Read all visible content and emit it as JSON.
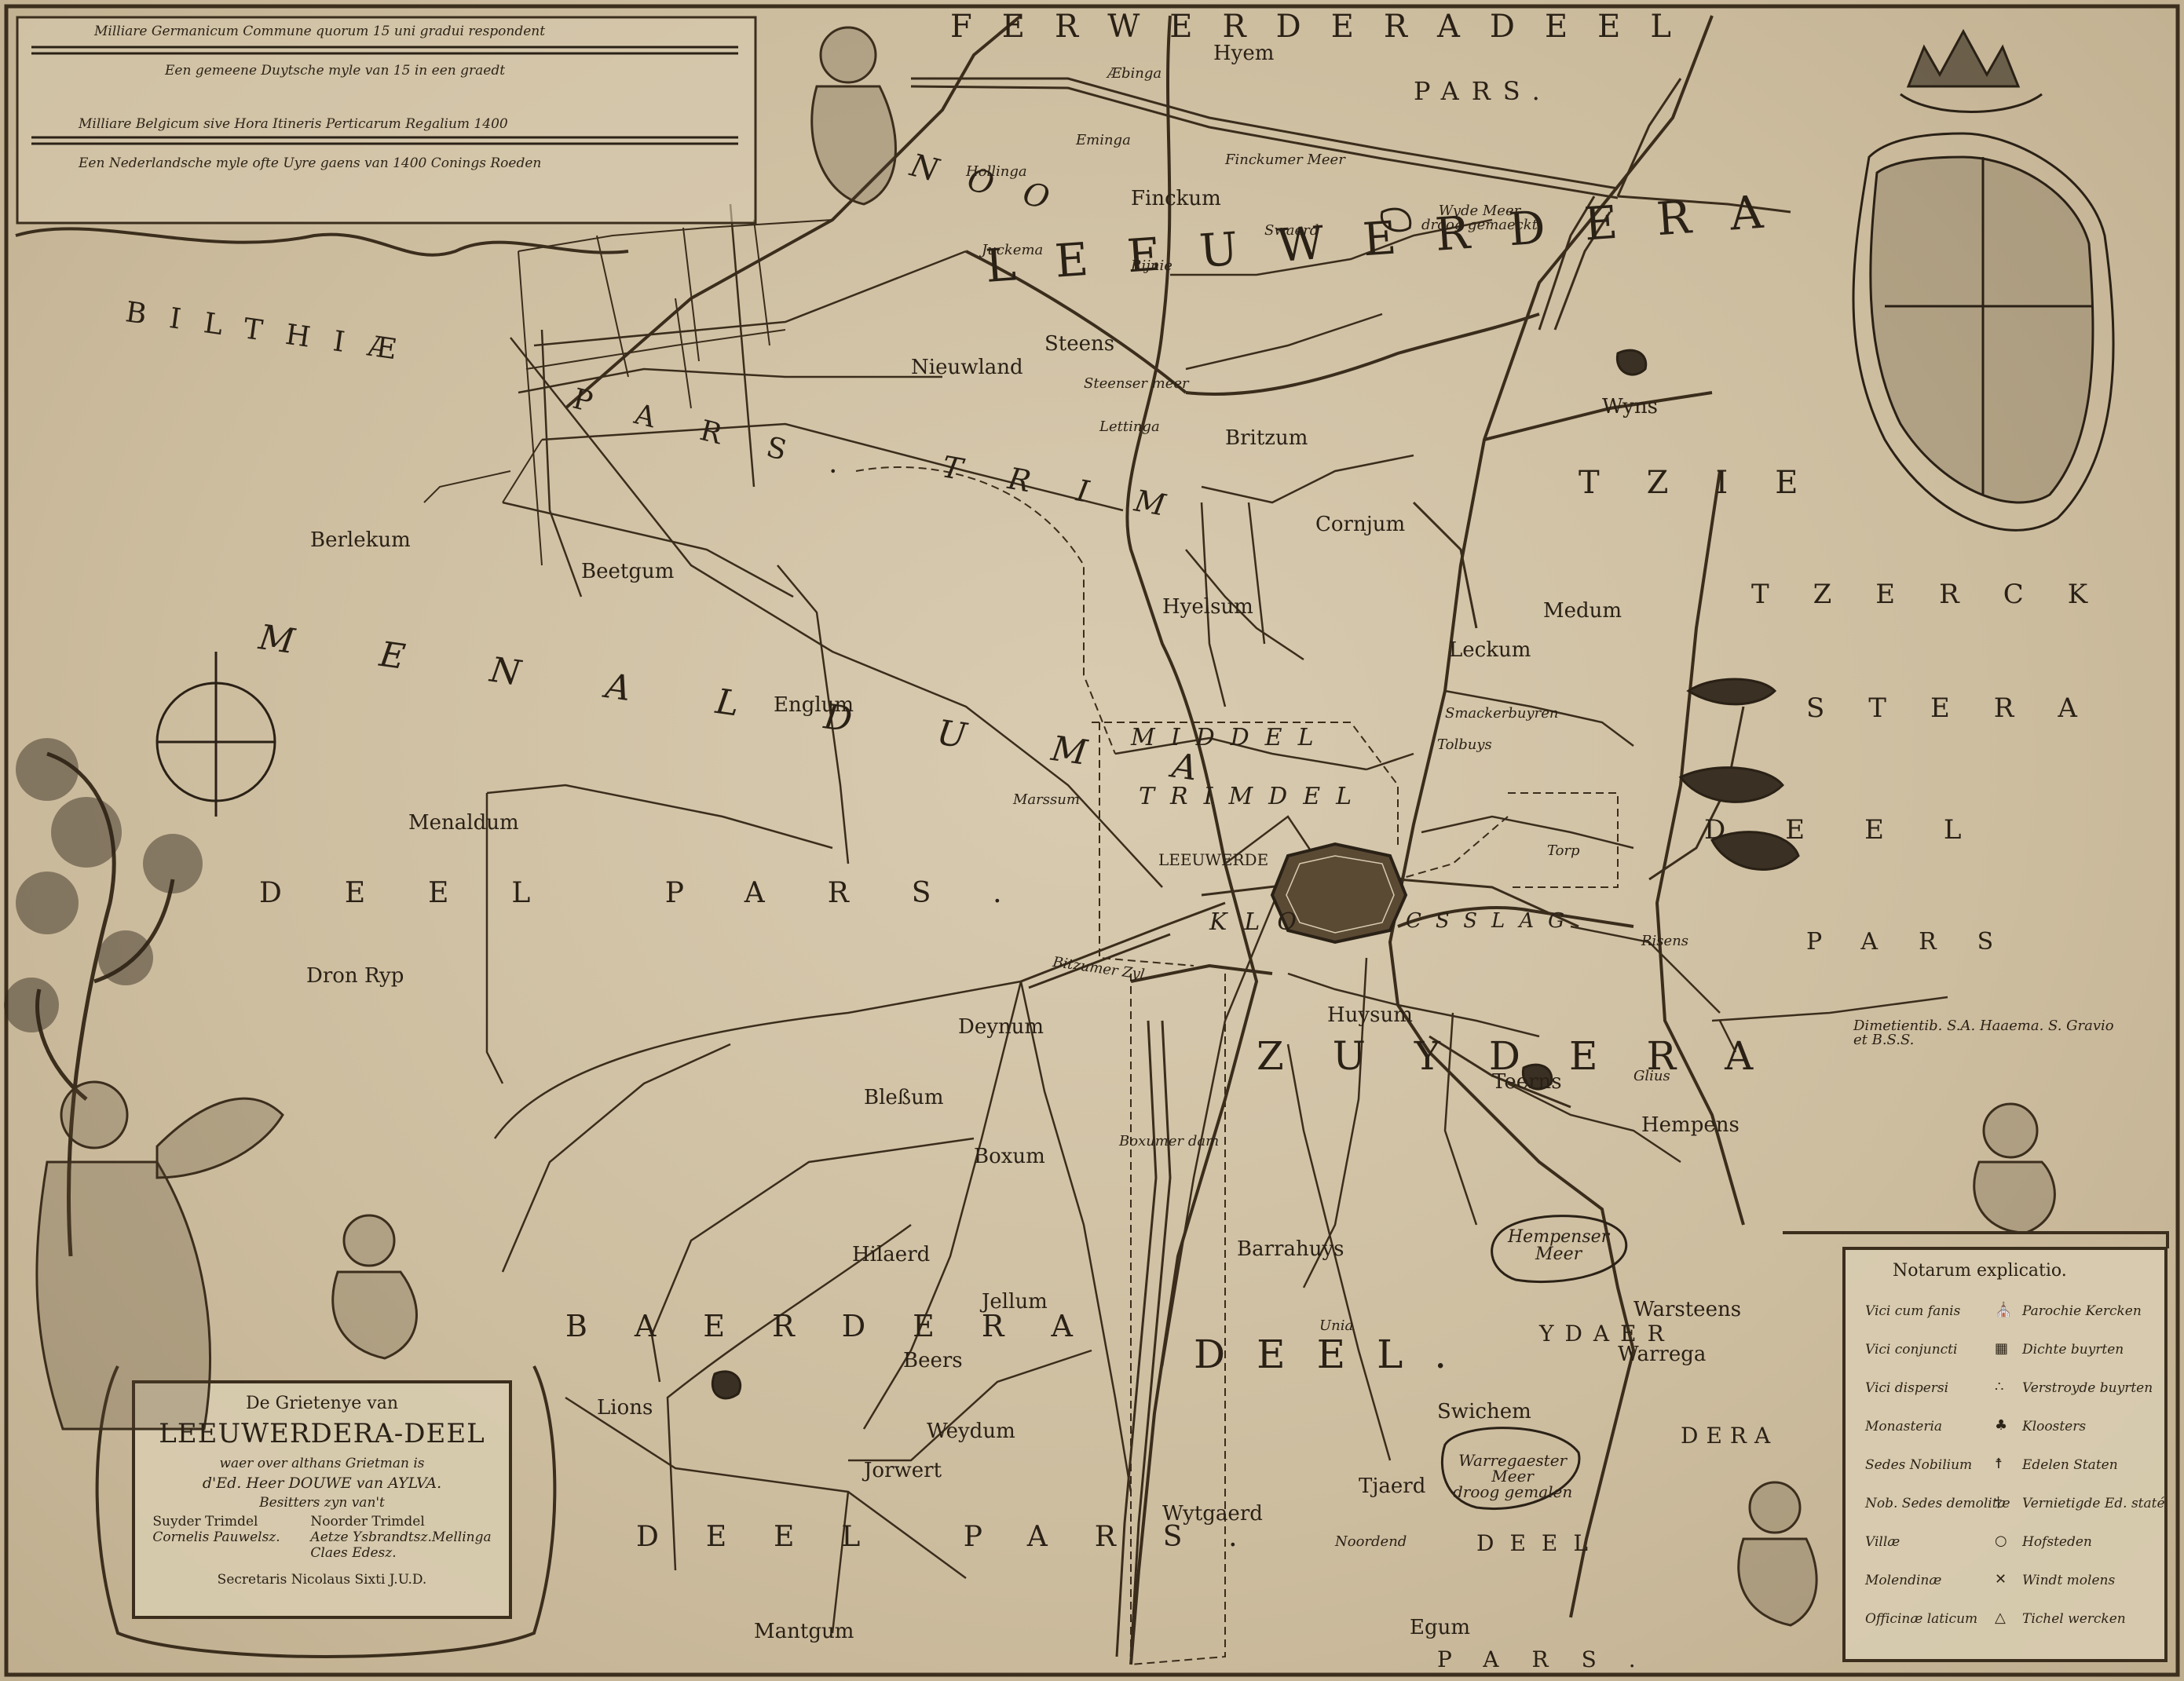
{
  "scale_bar": {
    "line1": "Milliare Germanicum Commune  quorum 15 uni gradui respondent",
    "line2": "Een gemeene Duytsche myle van 15 in een graedt",
    "line3": "Milliare Belgicum sive Hora Itineris Perticarum Regalium 1400",
    "line4": "Een Nederlandsche myle ofte Uyre gaens van 1400 Conings Roeden"
  },
  "regions": {
    "ferwerderadeel": "FERWERDERADEEL",
    "ferwerderadeel_pars": "PARS.",
    "bilthiae": "BILTHIÆ",
    "bilthiae_pars": "PARS.",
    "menaldumadeel": "MENALDUMA",
    "deel_pars_left": "DEEL  PARS.",
    "baerdera": "BAERDERA",
    "deel_pars_bottom": "DEEL PARS.",
    "tzierck": "TZIE",
    "tzerck": "TZERCK",
    "stera": "STERA",
    "deel_right": "DEEL",
    "pars_right": "PARS",
    "idaer": "YDAER",
    "dera_right": "DERA",
    "deel_bottom_right": "DEEL",
    "pars_bottom_right": "PARS.",
    "noorder": "NOO",
    "leeuwerdera_big": "LEEUWERDERA",
    "trim": "TRIM",
    "middel": "MIDDEL",
    "trim_del": "TRIMDEL",
    "zuyder": "ZUYDERA",
    "deel_main": "DEEL.",
    "klo": "KLO",
    "cssl": "CSSLAG"
  },
  "places": [
    {
      "name": "Hyem"
    },
    {
      "name": "Æbinga"
    },
    {
      "name": "Eminga"
    },
    {
      "name": "Finckum"
    },
    {
      "name": "Hollinga"
    },
    {
      "name": "Juckema"
    },
    {
      "name": "Rijnie"
    },
    {
      "name": "Swaerd"
    },
    {
      "name": "Steens"
    },
    {
      "name": "Nieuwland"
    },
    {
      "name": "Lettinga"
    },
    {
      "name": "Britzum"
    },
    {
      "name": "Wyns"
    },
    {
      "name": "Berlekum"
    },
    {
      "name": "Beetgum"
    },
    {
      "name": "Englum"
    },
    {
      "name": "Menaldum"
    },
    {
      "name": "Dron Ryp"
    },
    {
      "name": "Marssum"
    },
    {
      "name": "Deynum"
    },
    {
      "name": "Bleßum"
    },
    {
      "name": "Boxum"
    },
    {
      "name": "Hilaerd"
    },
    {
      "name": "Jellum"
    },
    {
      "name": "Beers"
    },
    {
      "name": "Weydum"
    },
    {
      "name": "Jorwert"
    },
    {
      "name": "Lions"
    },
    {
      "name": "Mantgum"
    },
    {
      "name": "Wytgaerd"
    },
    {
      "name": "Barrahuys"
    },
    {
      "name": "Unia"
    },
    {
      "name": "Tjaerd"
    },
    {
      "name": "Noordend"
    },
    {
      "name": "Egum"
    },
    {
      "name": "Warsteens"
    },
    {
      "name": "Warrega"
    },
    {
      "name": "Swichem"
    },
    {
      "name": "Hempens"
    },
    {
      "name": "Teerns"
    },
    {
      "name": "Huysum"
    },
    {
      "name": "Medum"
    },
    {
      "name": "Leckum"
    },
    {
      "name": "Cornjum"
    },
    {
      "name": "Hyelsum"
    },
    {
      "name": "LEEUWERDE"
    },
    {
      "name": "Tolbuys"
    },
    {
      "name": "Torp"
    },
    {
      "name": "Risens"
    },
    {
      "name": "Glius"
    },
    {
      "name": "Smackerbuyren"
    }
  ],
  "waters": {
    "wyde_meer": "Wyde Meer\ndroog gemaeckt",
    "hempenser_meer": "Hempenser\nMeer",
    "warregaester_meer": "Warregaester\nMeer\ndroog gemalen",
    "finckumer_meer": "Finckumer Meer",
    "steenser_meer": "Steenser meer",
    "bitzumer_zyl": "Bitzumer Zyl",
    "boxumer_dam": "Boxumer dam"
  },
  "cartouche": {
    "line1": "De Grietenye van",
    "line2": "LEEUWERDERA-DEEL",
    "line3": "waer over althans Grietman is",
    "line4": "d'Ed. Heer DOUWE van AYLVA.",
    "line5": "Besitters zyn van't",
    "col_left_head": "Suyder Trimdel",
    "col_left_name": "Cornelis Pauwelsz.",
    "col_right_head": "Noorder Trimdel",
    "col_right_name1": "Aetze Ysbrandtsz.Mellinga",
    "col_right_name2": "Claes Edesz.",
    "secretary": "Secretaris Nicolaus Sixti J.U.D."
  },
  "dimetientib": "Dimetientib. S.A. Haaema. S. Gravio\net B.S.S.",
  "legend": {
    "title": "Notarum explicatio.",
    "rows": [
      {
        "latin": "Vici cum fanis",
        "dutch": "Parochie Kercken",
        "sym": "⛪"
      },
      {
        "latin": "Vici conjuncti",
        "dutch": "Dichte buyrten",
        "sym": "▦"
      },
      {
        "latin": "Vici dispersi",
        "dutch": "Verstroyde buyrten",
        "sym": "∴"
      },
      {
        "latin": "Monasteria",
        "dutch": "Kloosters",
        "sym": "♣"
      },
      {
        "latin": "Sedes Nobilium",
        "dutch": "Edelen Staten",
        "sym": "☨"
      },
      {
        "latin": "Nob. Sedes demolitæ",
        "dutch": "Vernietigde Ed. staté",
        "sym": "†"
      },
      {
        "latin": "Villæ",
        "dutch": "Hofsteden",
        "sym": "○"
      },
      {
        "latin": "Molendinæ",
        "dutch": "Windt molens",
        "sym": "✕"
      },
      {
        "latin": "Officinæ laticum",
        "dutch": "Tichel wercken",
        "sym": "△"
      }
    ]
  },
  "colors": {
    "paper": "#d8cbb0",
    "ink": "#2d2418",
    "water": "#3a3023"
  }
}
